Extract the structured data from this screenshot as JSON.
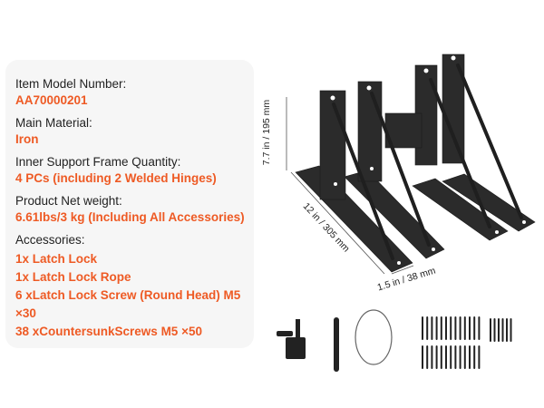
{
  "specs": {
    "model_label": "Item Model Number:",
    "model_value": "AA70000201",
    "material_label": "Main Material:",
    "material_value": "Iron",
    "frame_label": "Inner Support Frame Quantity:",
    "frame_value": "4 PCs (including 2 Welded Hinges)",
    "weight_label": "Product Net weight:",
    "weight_value": "6.61lbs/3 kg (Including All Accessories)",
    "accessories_label": "Accessories:",
    "accessories": [
      "1x Latch Lock",
      "1x Latch Lock Rope",
      "6 xLatch Lock Screw (Round Head) M5 ×30",
      "38 xCountersunkScrews M5 ×50"
    ]
  },
  "dimensions": {
    "height": "7.7 in / 195 mm",
    "length": "12 in / 305 mm",
    "width": "1.5 in / 38 mm"
  },
  "colors": {
    "accent": "#ee5a24",
    "metal": "#2a2a2a"
  }
}
